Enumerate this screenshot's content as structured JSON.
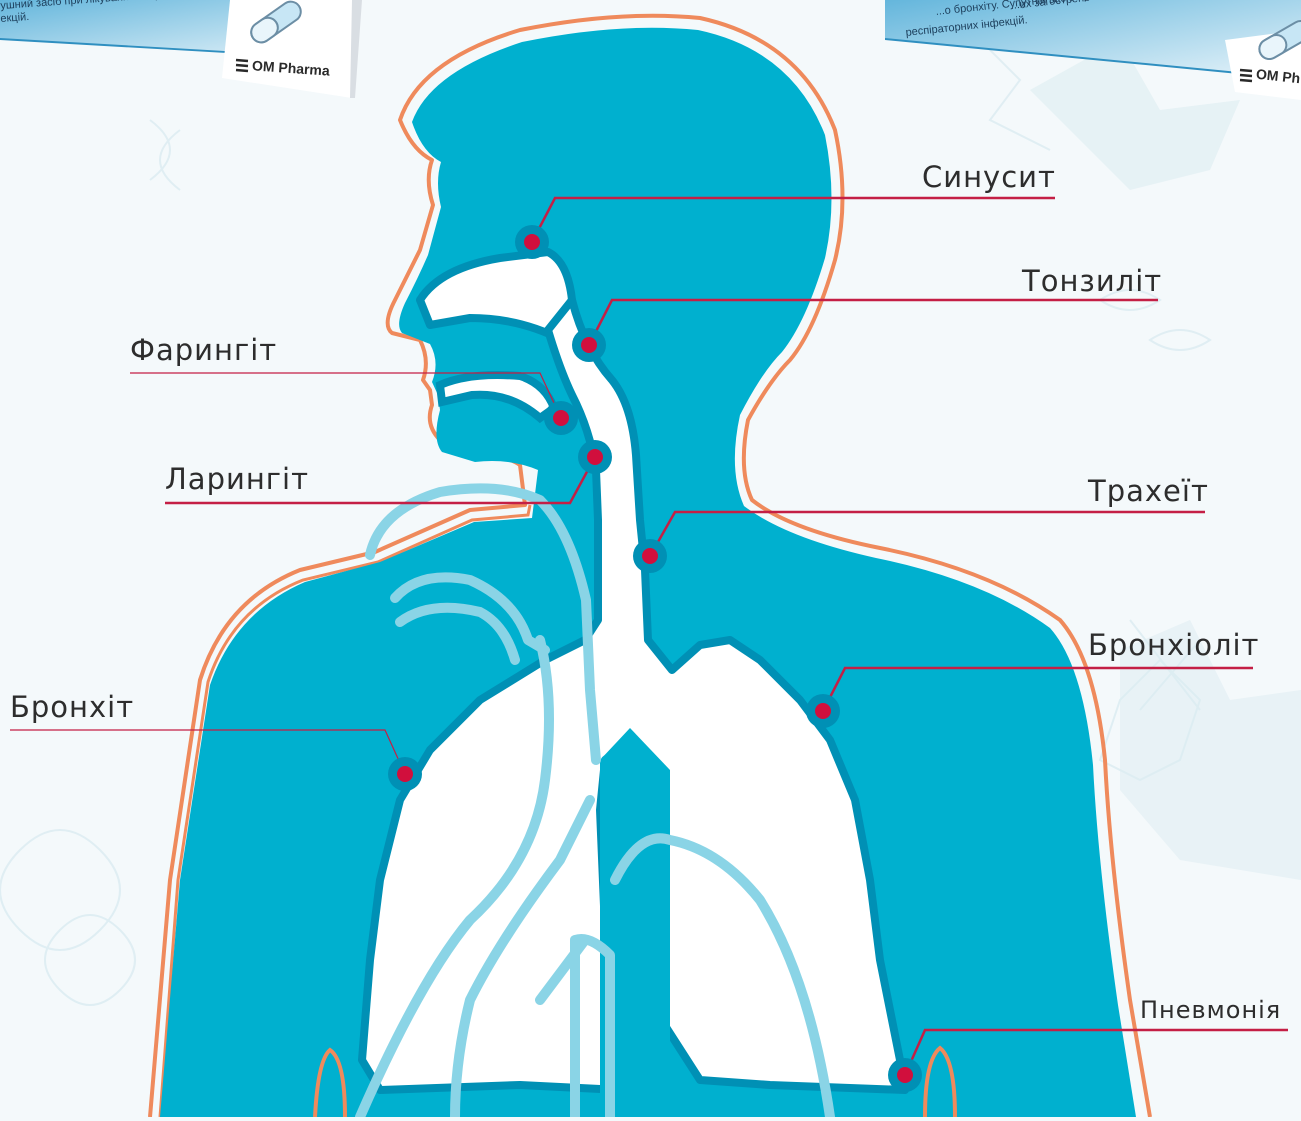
{
  "colors": {
    "body_fill": "#00b0cf",
    "body_edge": "#0090b5",
    "airway": "#ffffff",
    "outline": "#ef8a5c",
    "lung_lines": "#8ad4e6",
    "marker": "#d10f3d",
    "leader": "#c41f45",
    "background": "#f4f9fb"
  },
  "packaging": {
    "left": {
      "lines": [
        "ушний засіб при лікуванні гострих",
        "екцій."
      ],
      "brand": "OM Pharma"
    },
    "right": {
      "lines": [
        "...их загострень",
        "...о бронхіту. Супутній засіб при лікуванні гострих",
        "респіраторних інфекцій."
      ],
      "brand": "OM Ph"
    }
  },
  "conditions": [
    {
      "id": "sinusitis",
      "label": "Синусит"
    },
    {
      "id": "tonsillitis",
      "label": "Тонзиліт"
    },
    {
      "id": "pharyngitis",
      "label": "Фарингіт"
    },
    {
      "id": "laryngitis",
      "label": "Ларингіт"
    },
    {
      "id": "tracheitis",
      "label": "Трахеїт"
    },
    {
      "id": "bronchiolitis",
      "label": "Бронхіоліт"
    },
    {
      "id": "bronchitis",
      "label": "Бронхіт"
    },
    {
      "id": "pneumonia",
      "label": "Пневмонія"
    }
  ]
}
